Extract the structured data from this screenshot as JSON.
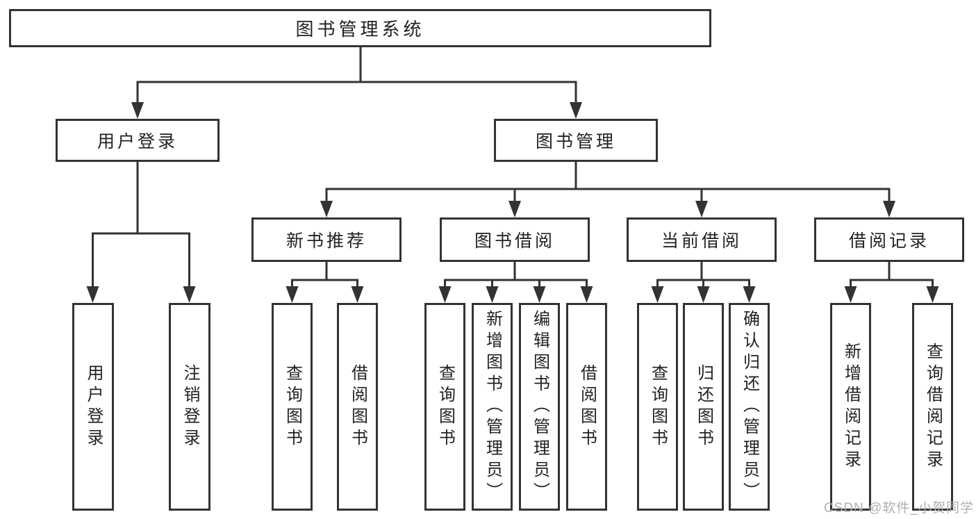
{
  "diagram": {
    "root": {
      "label": "图书管理系统"
    },
    "branches": [
      {
        "label": "用户登录",
        "children": [
          {
            "label": "用户登录"
          },
          {
            "label": "注销登录"
          }
        ]
      },
      {
        "label": "图书管理",
        "children": [
          {
            "label": "新书推荐",
            "children": [
              {
                "label": "查询图书"
              },
              {
                "label": "借阅图书"
              }
            ]
          },
          {
            "label": "图书借阅",
            "children": [
              {
                "label": "查询图书"
              },
              {
                "label": "新增图书（管理员）"
              },
              {
                "label": "编辑图书（管理员）"
              },
              {
                "label": "借阅图书"
              }
            ]
          },
          {
            "label": "当前借阅",
            "children": [
              {
                "label": "查询图书"
              },
              {
                "label": "归还图书"
              },
              {
                "label": "确认归还（管理员）"
              }
            ]
          },
          {
            "label": "借阅记录",
            "children": [
              {
                "label": "新增借阅记录"
              },
              {
                "label": "查询借阅记录"
              }
            ]
          }
        ]
      }
    ]
  },
  "watermark": {
    "text": "CSDN @软件_小贺同学"
  },
  "colors": {
    "line": "#333333",
    "box_border": "#333333",
    "text": "#222222",
    "watermark": "#b0b0b0",
    "background": "#ffffff"
  }
}
